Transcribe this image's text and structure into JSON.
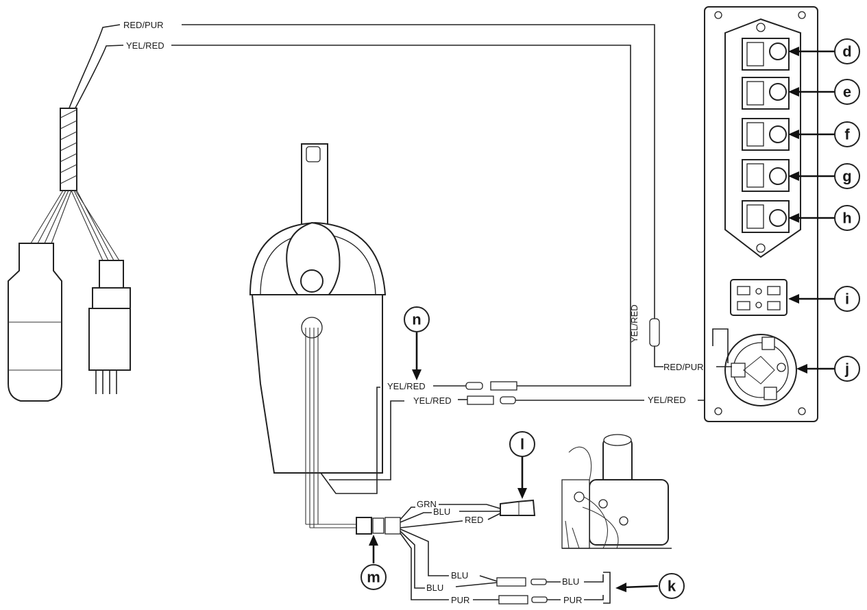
{
  "wire_labels": {
    "red_pur_top": "RED/PUR",
    "yel_red_top": "YEL/RED",
    "yel_red_vertical": "YEL/RED",
    "red_pur_panel": "RED/PUR",
    "yel_red_n1": "YEL/RED",
    "yel_red_n2": "YEL/RED",
    "yel_red_panel": "YEL/RED",
    "grn": "GRN",
    "blu_upper": "BLU",
    "red": "RED",
    "blu_lower_1": "BLU",
    "blu_lower_2": "BLU",
    "blu_lower_3": "BLU",
    "pur_1": "PUR",
    "pur_2": "PUR"
  },
  "callouts": {
    "d": "d",
    "e": "e",
    "f": "f",
    "g": "g",
    "h": "h",
    "i": "i",
    "j": "j",
    "k": "k",
    "l": "l",
    "m": "m",
    "n": "n"
  },
  "icons": [
    "wiring-harness-plug",
    "remote-control-lever",
    "switch-panel",
    "toggle-switch",
    "ignition-switch",
    "trim-pump"
  ]
}
